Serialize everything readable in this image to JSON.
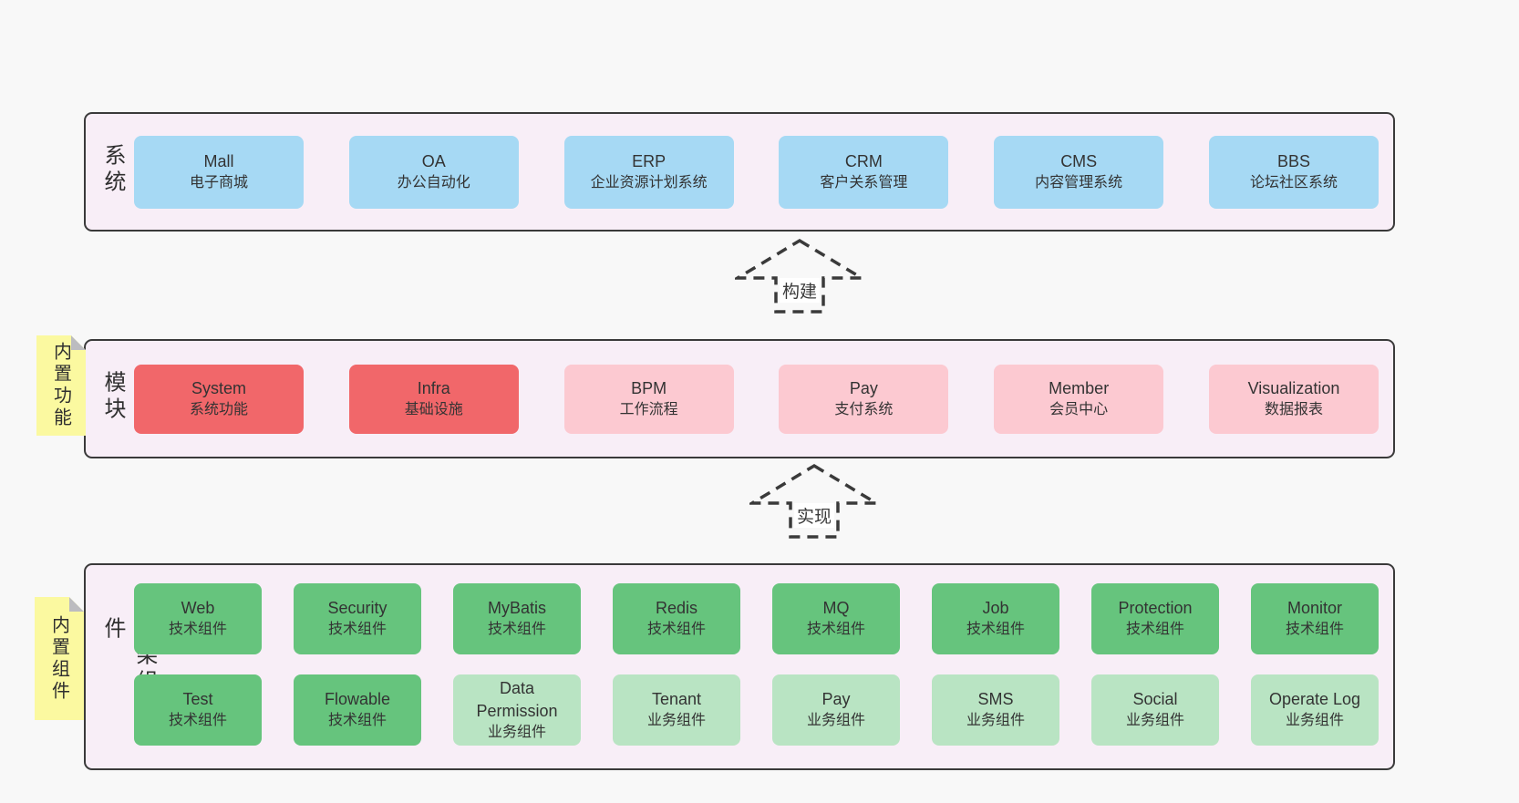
{
  "colors": {
    "page-bg": "#f8f8f8",
    "panel-bg": "#f8eef7",
    "panel-border": "#3a3a3a",
    "blue": "#a6d9f4",
    "red": "#f1676a",
    "pink": "#fcc9d1",
    "green-dark": "#66c47d",
    "green-light": "#b9e4c3",
    "sticky-yellow": "#fbf9a0",
    "sticky-fold": "#bcbcc0",
    "text": "#333333"
  },
  "arrows": {
    "build": "构建",
    "implement": "实现"
  },
  "sections": {
    "business": {
      "side_label": "业务系统",
      "items": [
        {
          "name": "Mall",
          "desc": "电子商城",
          "tone": "tone-blue"
        },
        {
          "name": "OA",
          "desc": "办公自动化",
          "tone": "tone-blue"
        },
        {
          "name": "ERP",
          "desc": "企业资源计划系统",
          "tone": "tone-blue"
        },
        {
          "name": "CRM",
          "desc": "客户关系管理",
          "tone": "tone-blue"
        },
        {
          "name": "CMS",
          "desc": "内容管理系统",
          "tone": "tone-blue"
        },
        {
          "name": "BBS",
          "desc": "论坛社区系统",
          "tone": "tone-blue"
        }
      ]
    },
    "modules": {
      "side_label": "通用模块",
      "sticky": "内置功能",
      "items": [
        {
          "name": "System",
          "desc": "系统功能",
          "tone": "tone-red"
        },
        {
          "name": "Infra",
          "desc": "基础设施",
          "tone": "tone-red"
        },
        {
          "name": "BPM",
          "desc": "工作流程",
          "tone": "tone-pink"
        },
        {
          "name": "Pay",
          "desc": "支付系统",
          "tone": "tone-pink"
        },
        {
          "name": "Member",
          "desc": "会员中心",
          "tone": "tone-pink"
        },
        {
          "name": "Visualization",
          "desc": "数据报表",
          "tone": "tone-pink"
        }
      ]
    },
    "components": {
      "side_label": "框架组件",
      "sticky": "内置组件",
      "row1": [
        {
          "name": "Web",
          "desc": "技术组件",
          "tone": "tone-green-dark"
        },
        {
          "name": "Security",
          "desc": "技术组件",
          "tone": "tone-green-dark"
        },
        {
          "name": "MyBatis",
          "desc": "技术组件",
          "tone": "tone-green-dark"
        },
        {
          "name": "Redis",
          "desc": "技术组件",
          "tone": "tone-green-dark"
        },
        {
          "name": "MQ",
          "desc": "技术组件",
          "tone": "tone-green-dark"
        },
        {
          "name": "Job",
          "desc": "技术组件",
          "tone": "tone-green-dark"
        },
        {
          "name": "Protection",
          "desc": "技术组件",
          "tone": "tone-green-dark"
        },
        {
          "name": "Monitor",
          "desc": "技术组件",
          "tone": "tone-green-dark"
        }
      ],
      "row2": [
        {
          "name": "Test",
          "desc": "技术组件",
          "tone": "tone-green-dark"
        },
        {
          "name": "Flowable",
          "desc": "技术组件",
          "tone": "tone-green-dark"
        },
        {
          "name": "Data Permission",
          "desc": "业务组件",
          "tone": "tone-green-light"
        },
        {
          "name": "Tenant",
          "desc": "业务组件",
          "tone": "tone-green-light"
        },
        {
          "name": "Pay",
          "desc": "业务组件",
          "tone": "tone-green-light"
        },
        {
          "name": "SMS",
          "desc": "业务组件",
          "tone": "tone-green-light"
        },
        {
          "name": "Social",
          "desc": "业务组件",
          "tone": "tone-green-light"
        },
        {
          "name": "Operate Log",
          "desc": "业务组件",
          "tone": "tone-green-light"
        }
      ]
    }
  }
}
